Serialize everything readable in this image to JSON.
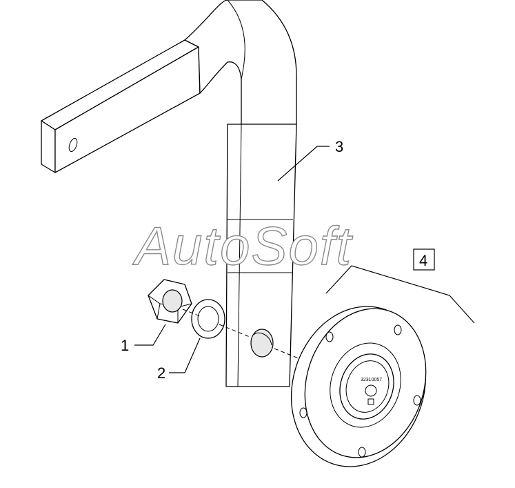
{
  "callouts": {
    "nut": "1",
    "washer": "2",
    "arm": "3",
    "hub_assembly": "4"
  },
  "watermark": "AutoSoft",
  "hub_label": "32310057"
}
